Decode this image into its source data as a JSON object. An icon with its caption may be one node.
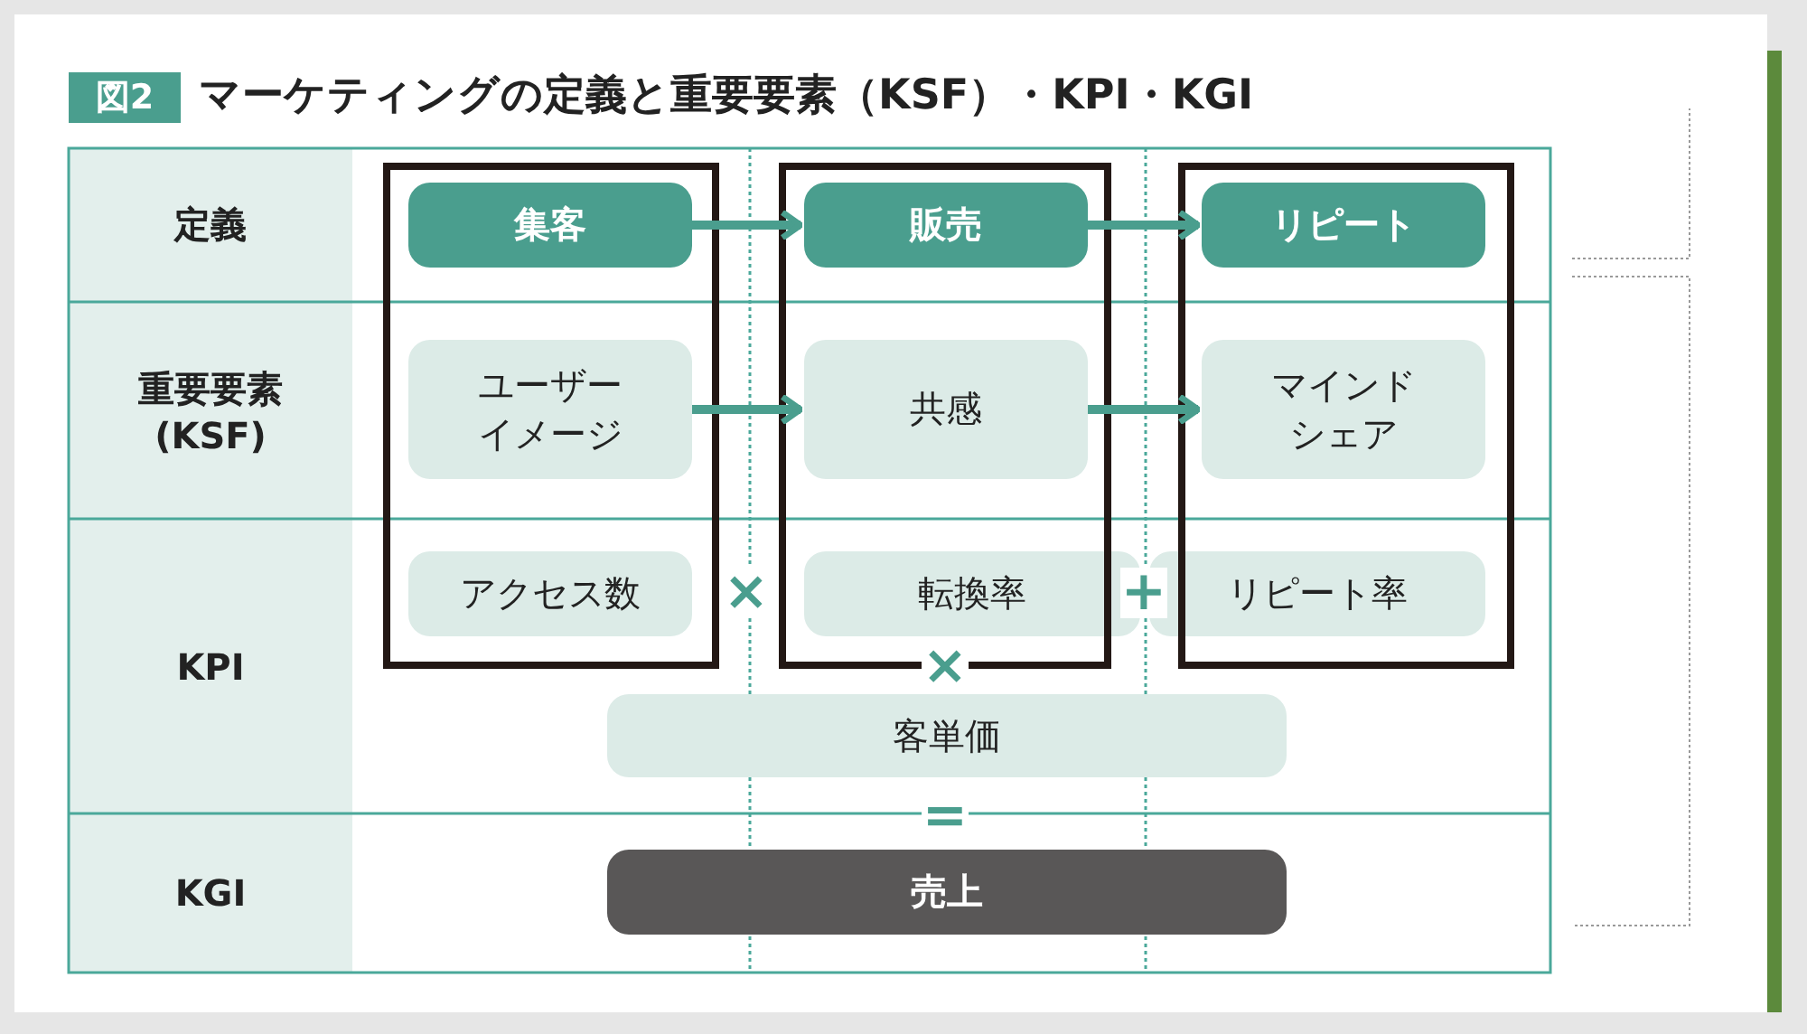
{
  "diagram": {
    "title": "マーケティングの定義と重要要素（KSF）・KPI・KGI",
    "nodes": [
      {
        "text": [],
        "shape": "box"
      },
      {
        "text": [],
        "shape": "box"
      },
      {
        "text": [],
        "shape": "box"
      },
      {
        "text": [
          "集客"
        ],
        "in": 0
      },
      {
        "text": [
          "販売"
        ],
        "in": 1
      },
      {
        "text": [
          "リピート"
        ],
        "in": 2
      },
      {
        "text": [
          "ユーザーイメージ"
        ],
        "in": 0
      },
      {
        "text": [
          "共感"
        ],
        "in": 1
      },
      {
        "text": [
          "マインドシェア"
        ],
        "in": 2
      },
      {
        "text": [
          "アクセス数"
        ],
        "in": 0
      },
      {
        "text": [
          "転換率"
        ]
      },
      {
        "text": [
          "リピート率"
        ]
      },
      {
        "text": [
          "客単価"
        ]
      },
      {
        "text": [
          "売上"
        ]
      }
    ],
    "edges": [
      {
        "from": 3,
        "to": 4,
        "arrow": "to"
      },
      {
        "from": 4,
        "to": 5,
        "arrow": "to"
      },
      {
        "from": 6,
        "to": 7,
        "arrow": "to"
      },
      {
        "from": 7,
        "to": 8,
        "arrow": "to"
      }
    ],
    "labels": [
      "図2",
      "定義",
      "重要要素(KSF)",
      "×",
      "+",
      "KPI",
      "×",
      "=",
      "KGI"
    ]
  }
}
